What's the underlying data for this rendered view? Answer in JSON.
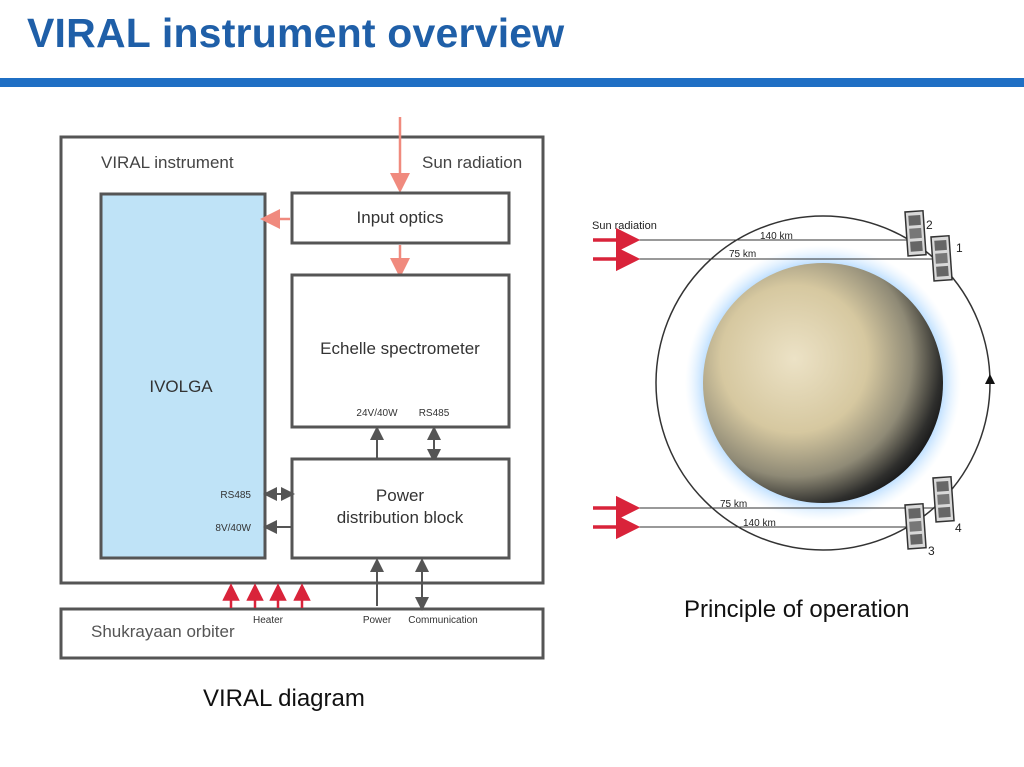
{
  "title": "VIRAL instrument overview",
  "colors": {
    "title": "#1f5fa8",
    "rule": "#1f6fc4",
    "ivolga_fill": "#bfe3f7",
    "sun_arrow": "#f08a7e",
    "heater_arrow": "#d9233a",
    "box_stroke": "#555555"
  },
  "diagram": {
    "instrument_label": "VIRAL instrument",
    "sun_radiation_label": "Sun radiation",
    "input_optics": "Input optics",
    "echelle": "Echelle spectrometer",
    "ivolga": "IVOLGA",
    "power_line1": "Power",
    "power_line2": "distribution block",
    "echelle_port_power": "24V/40W",
    "echelle_port_rs": "RS485",
    "ivolga_port_rs": "RS485",
    "ivolga_port_power": "8V/40W",
    "orbiter": "Shukrayaan orbiter",
    "heater": "Heater",
    "power": "Power",
    "communication": "Communication",
    "caption": "VIRAL diagram"
  },
  "operation": {
    "sun_radiation_label": "Sun radiation",
    "top_140": "140 km",
    "top_75": "75 km",
    "bottom_75": "75 km",
    "bottom_140": "140 km",
    "pos1": "1",
    "pos2": "2",
    "pos3": "3",
    "pos4": "4",
    "caption": "Principle of operation"
  }
}
